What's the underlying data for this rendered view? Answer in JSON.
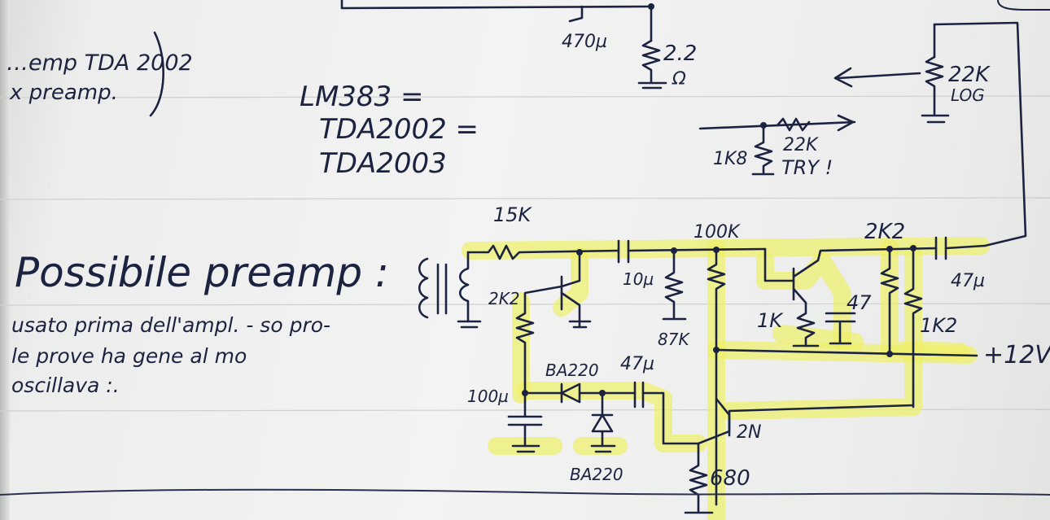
{
  "notes": {
    "left_top": [
      "…emp TDA 2002",
      "x preamp."
    ],
    "equivalents": [
      "LM383 =",
      "TDA2002 =",
      "TDA2003"
    ],
    "heading": "Possibile preamp :",
    "remarks": [
      "usato prima dell'ampl. - so pro-",
      "le prove ha gene al mo",
      "oscillava :."
    ],
    "try": "TRY !"
  },
  "components": {
    "r_top": "2.2",
    "r_top_unit": "Ω",
    "c_top": "470µ",
    "pot_value": "22K",
    "pot_type": "LOG",
    "r_1k8": "1K8",
    "r_22k": "22K",
    "r_15k": "15K",
    "r_2k2_left": "2K2",
    "c_10u": "10µ",
    "r_100k": "100K",
    "r_87k": "87K",
    "r_2k2_top": "2K2",
    "c_47u_out": "47µ",
    "r_1k": "1K",
    "c_47": "47",
    "r_1k2": "1K2",
    "supply": "+12V",
    "c_100u": "100µ",
    "d_ba220_a": "BA220",
    "d_ba220_b": "BA220",
    "c_47u_mid": "47µ",
    "q_2n": "2N",
    "r_680": "680"
  }
}
